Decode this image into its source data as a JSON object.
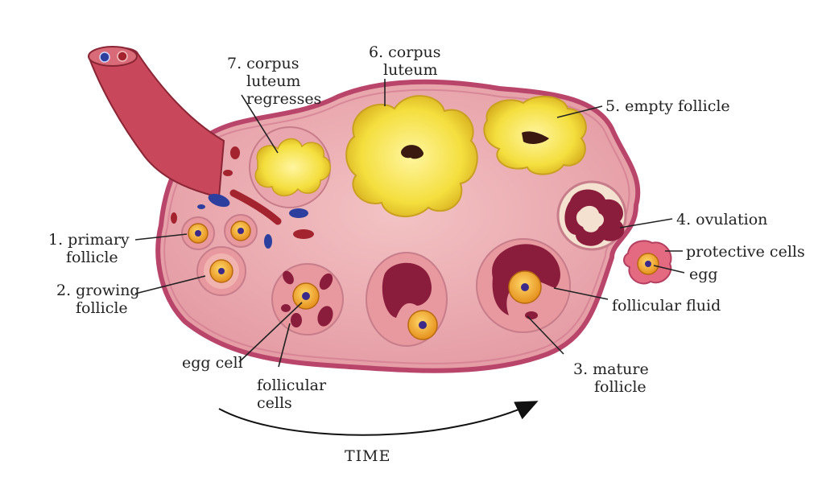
{
  "labels": {
    "primary_follicle": [
      "1. primary",
      "follicle"
    ],
    "growing_follicle": [
      "2. growing",
      "follicle"
    ],
    "mature_follicle": [
      "3. mature",
      "follicle"
    ],
    "ovulation": "4. ovulation",
    "empty_follicle": "5. empty follicle",
    "corpus_luteum": [
      "6. corpus",
      "luteum"
    ],
    "corpus_luteum_regresses": [
      "7. corpus",
      "luteum",
      "regresses"
    ],
    "protective_cells": "protective cells",
    "egg": "egg",
    "follicular_fluid": "follicular fluid",
    "egg_cell": "egg cell",
    "follicular_cells": [
      "follicular",
      "cells"
    ],
    "time": "TIME"
  },
  "colors": {
    "ovary_tissue": "#e9a3a8",
    "ovary_outline": "#b9456b",
    "tube": "#c9475a",
    "corpus_yellow": "#f2e04a",
    "follicle_fluid": "#8a1c3c",
    "egg_orange": "#e8a02a",
    "nucleus": "#3b2a8a",
    "vein_blue": "#2d3f9e",
    "artery_red": "#a3242f"
  }
}
